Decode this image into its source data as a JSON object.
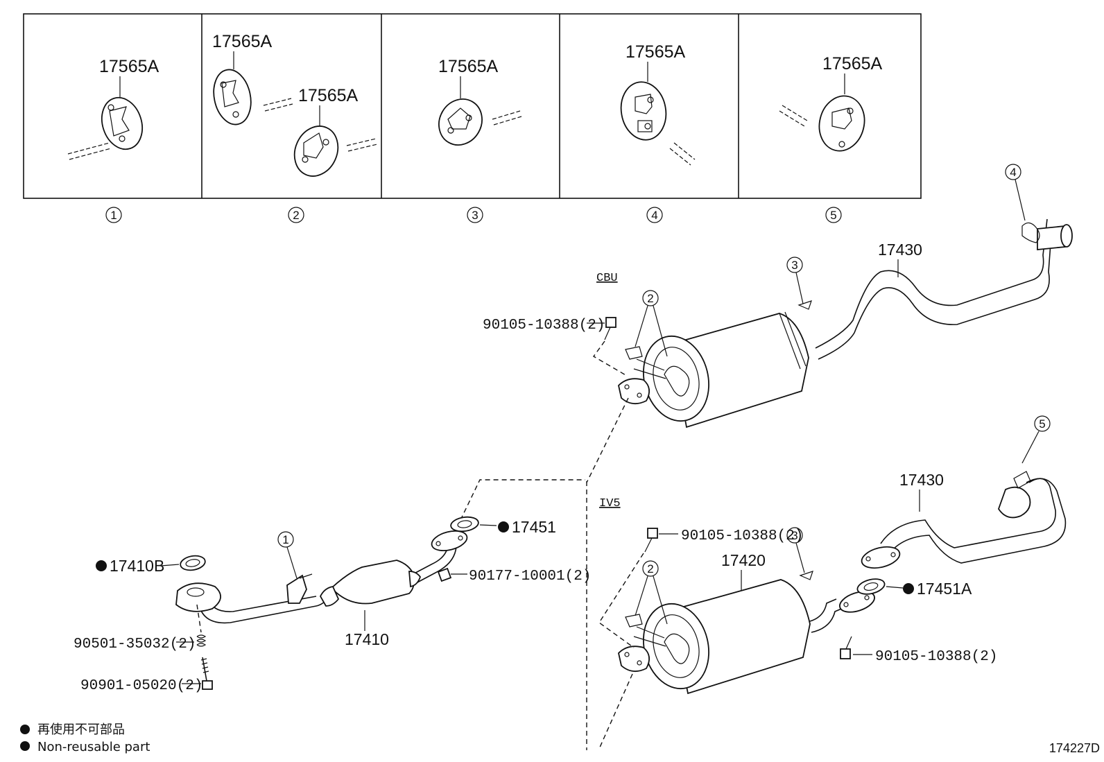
{
  "hanger_panels": [
    {
      "index": "1",
      "labels": [
        "17565A"
      ]
    },
    {
      "index": "2",
      "labels": [
        "17565A",
        "17565A"
      ]
    },
    {
      "index": "3",
      "labels": [
        "17565A"
      ]
    },
    {
      "index": "4",
      "labels": [
        "17565A"
      ]
    },
    {
      "index": "5",
      "labels": [
        "17565A"
      ]
    }
  ],
  "sections": {
    "cbu": "CBU",
    "iv5": "IV5"
  },
  "cbu_callouts": {
    "bolt": "90105-10388(2)",
    "hanger_2": "2",
    "hanger_3": "3",
    "hanger_4": "4",
    "tail_pipe": "17430"
  },
  "iv5_callouts": {
    "bolt_top": "90105-10388(2)",
    "bolt_bottom": "90105-10388(2)",
    "hanger_2": "2",
    "hanger_3": "3",
    "hanger_5": "5",
    "tail_pipe": "17430",
    "muffler": "17420",
    "gasket": "17451A"
  },
  "front_callouts": {
    "gasket_front": "17410B",
    "gasket_rear": "17451",
    "nut": "90177-10001(2)",
    "spring": "90501-35032(2)",
    "bolt": "90901-05020(2)",
    "front_pipe": "17410",
    "hanger_1": "1"
  },
  "legend": {
    "line_jp": "再使用不可部品",
    "line_en": "Non-reusable part"
  },
  "diagram_id": "174227D"
}
